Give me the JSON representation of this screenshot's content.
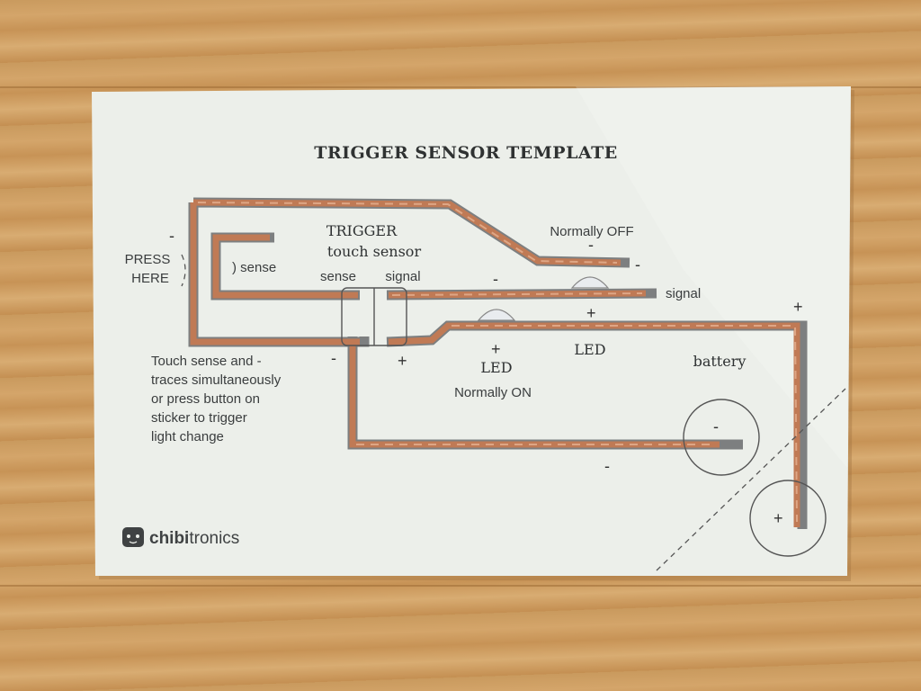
{
  "card": {
    "title": "TRIGGER SENSOR  TEMPLATE",
    "sensor_title": "TRIGGER",
    "sensor_subtitle": "touch sensor",
    "sense_label_top": "sense",
    "signal_label_top": "signal",
    "press_here_line1": "PRESS",
    "press_here_line2": "HERE",
    "sense_side_label": ") sense",
    "normally_off": "Normally OFF",
    "normally_on": "Normally ON",
    "led_label_left": "LED",
    "led_label_right": "LED",
    "signal_right_label": "signal",
    "battery_label": "battery",
    "instructions": [
      "Touch sense and -",
      "traces simultaneously",
      "or press button on",
      "sticker  to trigger",
      "light change"
    ],
    "symbols": {
      "minus_left": "-",
      "minus_sensor_bottom": "-",
      "plus_sensor_bottom": "+",
      "minus_off_top": "-",
      "minus_off_right": "-",
      "minus_on_top": "-",
      "plus_on_bottom": "+",
      "plus_led_right": "+",
      "plus_battery_top": "+",
      "minus_bottom": "-",
      "battery_minus": "-",
      "battery_plus": "+"
    },
    "brand_bold": "chibi",
    "brand_regular": "tronics"
  }
}
